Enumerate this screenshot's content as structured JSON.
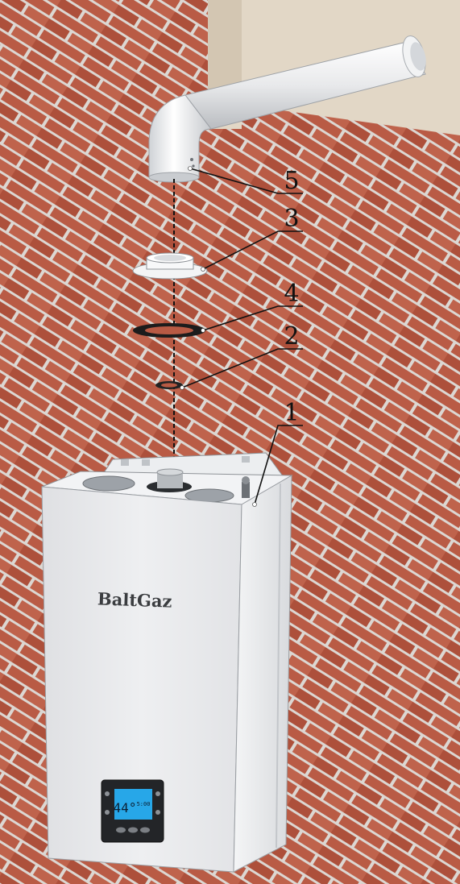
{
  "diagram": {
    "callouts": [
      {
        "id": "pipe",
        "label": "5"
      },
      {
        "id": "ring",
        "label": "3"
      },
      {
        "id": "gasket-large",
        "label": "4"
      },
      {
        "id": "gasket-small",
        "label": "2"
      },
      {
        "id": "boiler",
        "label": "1"
      }
    ],
    "brand": "BaltGaz",
    "display": {
      "temperature": "44°",
      "secondary": "5:00"
    }
  },
  "colors": {
    "brick": "#b85a44",
    "brick_dark": "#a94d39",
    "mortar": "#dcd7d2",
    "ceiling": "#e1d6c4",
    "boiler": "#e9eaec",
    "display": "#25a6e8"
  }
}
